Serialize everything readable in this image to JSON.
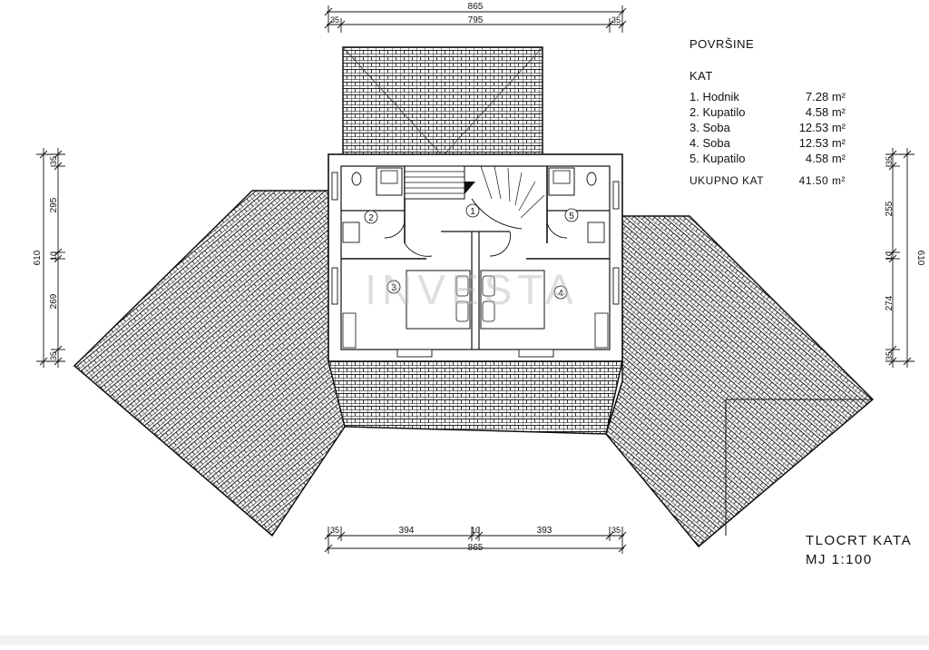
{
  "drawing": {
    "title": "TLOCRT KATA",
    "scale": "MJ 1:100",
    "watermark": "INVESTA"
  },
  "legend": {
    "heading": "POVRŠINE",
    "subheading": "KAT",
    "rooms": [
      {
        "label": "1. Hodnik",
        "area": "7.28 m²"
      },
      {
        "label": "2. Kupatilo",
        "area": "4.58 m²"
      },
      {
        "label": "3. Soba",
        "area": "12.53 m²"
      },
      {
        "label": "4. Soba",
        "area": "12.53 m²"
      },
      {
        "label": "5. Kupatilo",
        "area": "4.58 m²"
      }
    ],
    "total_label": "UKUPNO KAT",
    "total_value": "41.50 m²"
  },
  "room_markers": [
    "1",
    "2",
    "3",
    "4",
    "5"
  ],
  "dimensions": {
    "top_total": "865",
    "top_parts": [
      "35",
      "795",
      "35"
    ],
    "bottom_total": "865",
    "bottom_parts": [
      "35",
      "394",
      "10",
      "393",
      "35"
    ],
    "left_total": "610",
    "left_parts": [
      "35",
      "295",
      "10",
      "269",
      "35"
    ],
    "right_total": "610",
    "right_parts": [
      "35",
      "255",
      "10",
      "274",
      "35"
    ]
  }
}
